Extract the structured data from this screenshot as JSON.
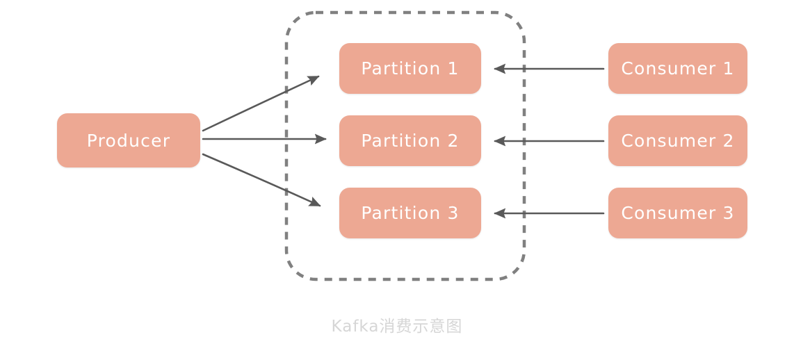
{
  "diagram": {
    "caption": "Kafka消费示意图",
    "colors": {
      "node_fill": "#eda893",
      "node_text": "#ffffff",
      "cluster_border": "#808080",
      "arrow": "#595959",
      "caption_text": "#d6d6d6",
      "background": "#ffffff"
    },
    "cluster": {
      "name": "kafka-cluster-boundary",
      "style": "dashed-rounded-rectangle"
    },
    "nodes": {
      "producer": {
        "label": "Producer"
      },
      "partitions": [
        {
          "label": "Partition 1"
        },
        {
          "label": "Partition 2"
        },
        {
          "label": "Partition 3"
        }
      ],
      "consumers": [
        {
          "label": "Consumer 1"
        },
        {
          "label": "Consumer 2"
        },
        {
          "label": "Consumer 3"
        }
      ]
    },
    "edges": [
      {
        "name": "producer-to-partition-1",
        "from": "Producer",
        "to": "Partition 1",
        "direction": "right"
      },
      {
        "name": "producer-to-partition-2",
        "from": "Producer",
        "to": "Partition 2",
        "direction": "right"
      },
      {
        "name": "producer-to-partition-3",
        "from": "Producer",
        "to": "Partition 3",
        "direction": "right"
      },
      {
        "name": "consumer-1-to-partition-1",
        "from": "Consumer 1",
        "to": "Partition 1",
        "direction": "left"
      },
      {
        "name": "consumer-2-to-partition-2",
        "from": "Consumer 2",
        "to": "Partition 2",
        "direction": "left"
      },
      {
        "name": "consumer-3-to-partition-3",
        "from": "Consumer 3",
        "to": "Partition 3",
        "direction": "left"
      }
    ]
  }
}
